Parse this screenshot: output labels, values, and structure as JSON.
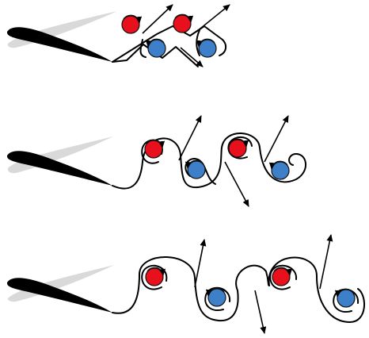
{
  "colors": {
    "foil": "#000000",
    "foil_shadow": "#d9d9d9",
    "wake": "#000000",
    "vortex_clockwise": "#e8101c",
    "vortex_counterclockwise": "#3d7fc8",
    "vortex_outline": "#111111"
  },
  "panels": [
    {
      "name": "top",
      "wake_pattern": "crossing-zigzag",
      "vortices": [
        {
          "color_key": "vortex_clockwise",
          "rotation": "clockwise"
        },
        {
          "color_key": "vortex_counterclockwise",
          "rotation": "counterclockwise"
        },
        {
          "color_key": "vortex_clockwise",
          "rotation": "clockwise"
        },
        {
          "color_key": "vortex_counterclockwise",
          "rotation": "counterclockwise"
        }
      ],
      "jet_arrows": 4
    },
    {
      "name": "middle",
      "wake_pattern": "coiled",
      "vortices": [
        {
          "color_key": "vortex_clockwise",
          "rotation": "clockwise"
        },
        {
          "color_key": "vortex_counterclockwise",
          "rotation": "counterclockwise"
        },
        {
          "color_key": "vortex_clockwise",
          "rotation": "clockwise"
        },
        {
          "color_key": "vortex_counterclockwise",
          "rotation": "counterclockwise"
        }
      ],
      "jet_arrows": 3
    },
    {
      "name": "bottom",
      "wake_pattern": "coiled-wide",
      "vortices": [
        {
          "color_key": "vortex_clockwise",
          "rotation": "clockwise"
        },
        {
          "color_key": "vortex_counterclockwise",
          "rotation": "counterclockwise"
        },
        {
          "color_key": "vortex_clockwise",
          "rotation": "clockwise"
        },
        {
          "color_key": "vortex_counterclockwise",
          "rotation": "counterclockwise"
        }
      ],
      "jet_arrows": 3
    }
  ]
}
